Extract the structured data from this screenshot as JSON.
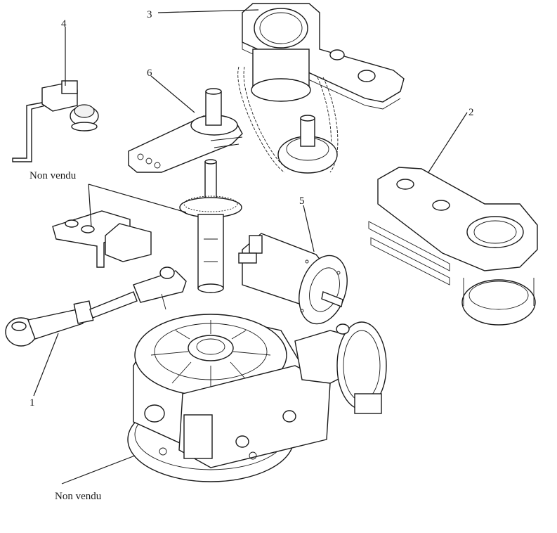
{
  "labels": {
    "l1": "1",
    "l2": "2",
    "l3": "3",
    "l4": "4",
    "l5": "5",
    "l6": "6",
    "non_vendu_top": "Non vendu",
    "non_vendu_bottom": "Non vendu"
  }
}
